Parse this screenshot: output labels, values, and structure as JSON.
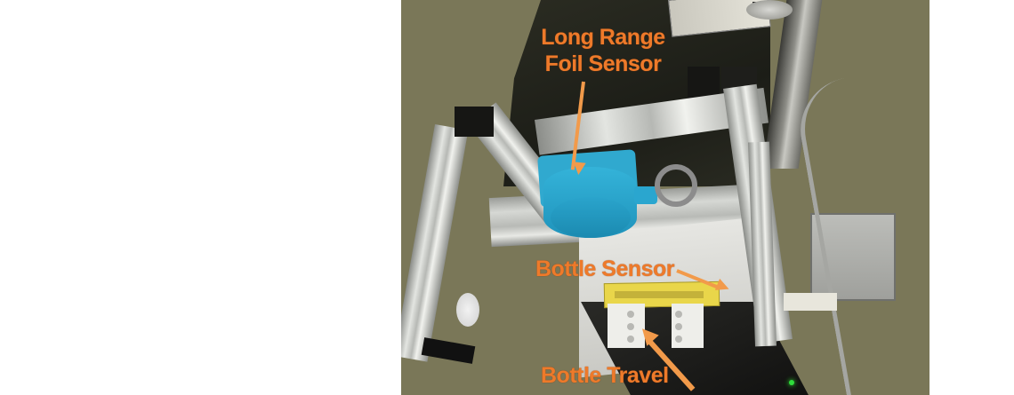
{
  "image": {
    "description": "Photo of an industrial bottle sensing station with an aluminum extrusion frame, a blue cylindrical long range foil sensor, a bottle sensor with a yellow label, and annotated orange callouts",
    "background_color": "#7a7758",
    "label_color": "#ee7a2a",
    "arrow_color": "#f29a4a"
  },
  "annotations": {
    "long_range_line1": "Long Range",
    "long_range_line2": "Foil Sensor",
    "bottle_sensor": "Bottle Sensor",
    "bottle_travel": "Bottle Travel"
  },
  "objects": {
    "foil_sensor_color": "#2ea8d0",
    "yellow_label_color": "#e9d64a",
    "indicator_led_color": "#2fdc3c"
  }
}
